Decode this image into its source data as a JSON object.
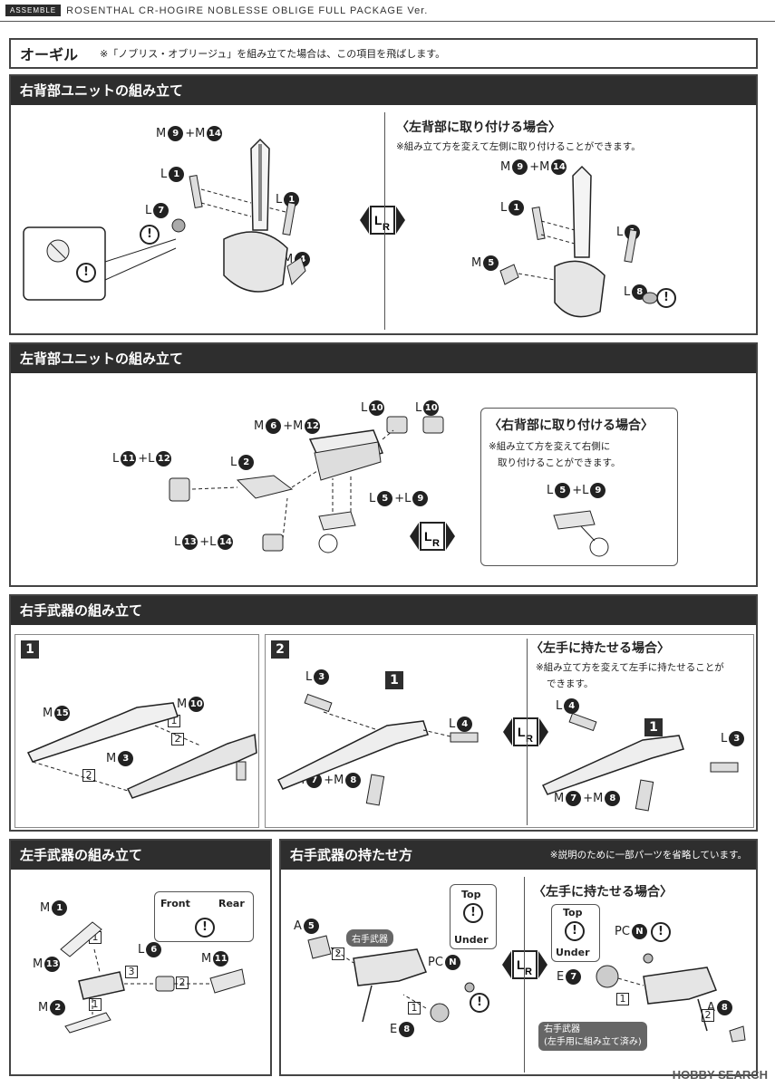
{
  "header": {
    "tag": "ASSEMBLE",
    "product": "ROSENTHAL CR-HOGIRE NOBLESSE OBLIGE FULL PACKAGE Ver."
  },
  "ogiru": {
    "title": "オーギル",
    "note": "※「ノブリス・オブリージュ」を組み立てた場合は、この項目を飛ばします。"
  },
  "s1": {
    "title": "右背部ユニットの組み立て",
    "left_labels": {
      "m9m14": [
        "M",
        "9",
        "+M",
        "14"
      ],
      "l1a": [
        "L",
        "1"
      ],
      "l1b": [
        "L",
        "1"
      ],
      "l7": [
        "L",
        "7"
      ],
      "m4": [
        "M",
        "4"
      ]
    },
    "right_title": "〈左背部に取り付ける場合〉",
    "right_note": "※組み立て方を変えて左側に取り付けることができます。",
    "right_labels": {
      "m9m14": [
        "M",
        "9",
        "+M",
        "14"
      ],
      "l1a": [
        "L",
        "1"
      ],
      "l1b": [
        "L",
        "1"
      ],
      "m5": [
        "M",
        "5"
      ],
      "l8": [
        "L",
        "8"
      ]
    }
  },
  "s2": {
    "title": "左背部ユニットの組み立て",
    "labels": {
      "l10a": [
        "L",
        "10"
      ],
      "l10b": [
        "L",
        "10"
      ],
      "m6m12": [
        "M",
        "6",
        "+M",
        "12"
      ],
      "l11l12": [
        "L",
        "11",
        "+L",
        "12"
      ],
      "l2": [
        "L",
        "2"
      ],
      "l5l9": [
        "L",
        "5",
        "+L",
        "9"
      ],
      "l13l14": [
        "L",
        "13",
        "+L",
        "14"
      ]
    },
    "callout_title": "〈右背部に取り付ける場合〉",
    "callout_note_1": "※組み立て方を変えて右側に",
    "callout_note_2": "取り付けることができます。",
    "callout_label": [
      "L",
      "5",
      "+L",
      "9"
    ]
  },
  "s3": {
    "title": "右手武器の組み立て",
    "step1": "1",
    "step2": "2",
    "labels1": {
      "m15": [
        "M",
        "15"
      ],
      "m10": [
        "M",
        "10"
      ],
      "m3": [
        "M",
        "3"
      ],
      "b1": "1",
      "b2a": "2",
      "b2b": "2"
    },
    "labels2": {
      "l3": [
        "L",
        "3"
      ],
      "l4": [
        "L",
        "4"
      ],
      "m7m8": [
        "M",
        "7",
        "+M",
        "8"
      ],
      "b1": "1"
    },
    "right_title": "〈左手に持たせる場合〉",
    "right_note_1": "※組み立て方を変えて左手に持たせることが",
    "right_note_2": "できます。",
    "labels3": {
      "l4": [
        "L",
        "4"
      ],
      "l3": [
        "L",
        "3"
      ],
      "m7m8": [
        "M",
        "7",
        "+M",
        "8"
      ],
      "b1": "1"
    }
  },
  "s4": {
    "title": "左手武器の組み立て",
    "labels": {
      "m1": [
        "M",
        "1"
      ],
      "m13": [
        "M",
        "13"
      ],
      "m2": [
        "M",
        "2"
      ],
      "l6": [
        "L",
        "6"
      ],
      "m11": [
        "M",
        "11"
      ],
      "b1a": "1",
      "b1b": "1",
      "b3": "3",
      "b2": "2"
    },
    "front": "Front",
    "rear": "Rear"
  },
  "s5": {
    "title": "右手武器の持たせ方",
    "note": "※説明のために一部パーツを省略しています。",
    "right_title": "〈左手に持たせる場合〉",
    "labels": {
      "a5": [
        "A",
        "5"
      ],
      "pcn": [
        "PC",
        "N"
      ],
      "e8": [
        "E",
        "8"
      ],
      "b2": "2",
      "b1": "1"
    },
    "tag_right_weapon": "右手武器",
    "top": "Top",
    "under": "Under",
    "labels_r": {
      "pcn": [
        "PC",
        "N"
      ],
      "e7": [
        "E",
        "7"
      ],
      "a8": [
        "A",
        "8"
      ],
      "b1": "1",
      "b2": "2"
    },
    "tag_bottom_1": "右手武器",
    "tag_bottom_2": "(左手用に組み立て済み)"
  },
  "watermark": "HOBBY SEARCH"
}
